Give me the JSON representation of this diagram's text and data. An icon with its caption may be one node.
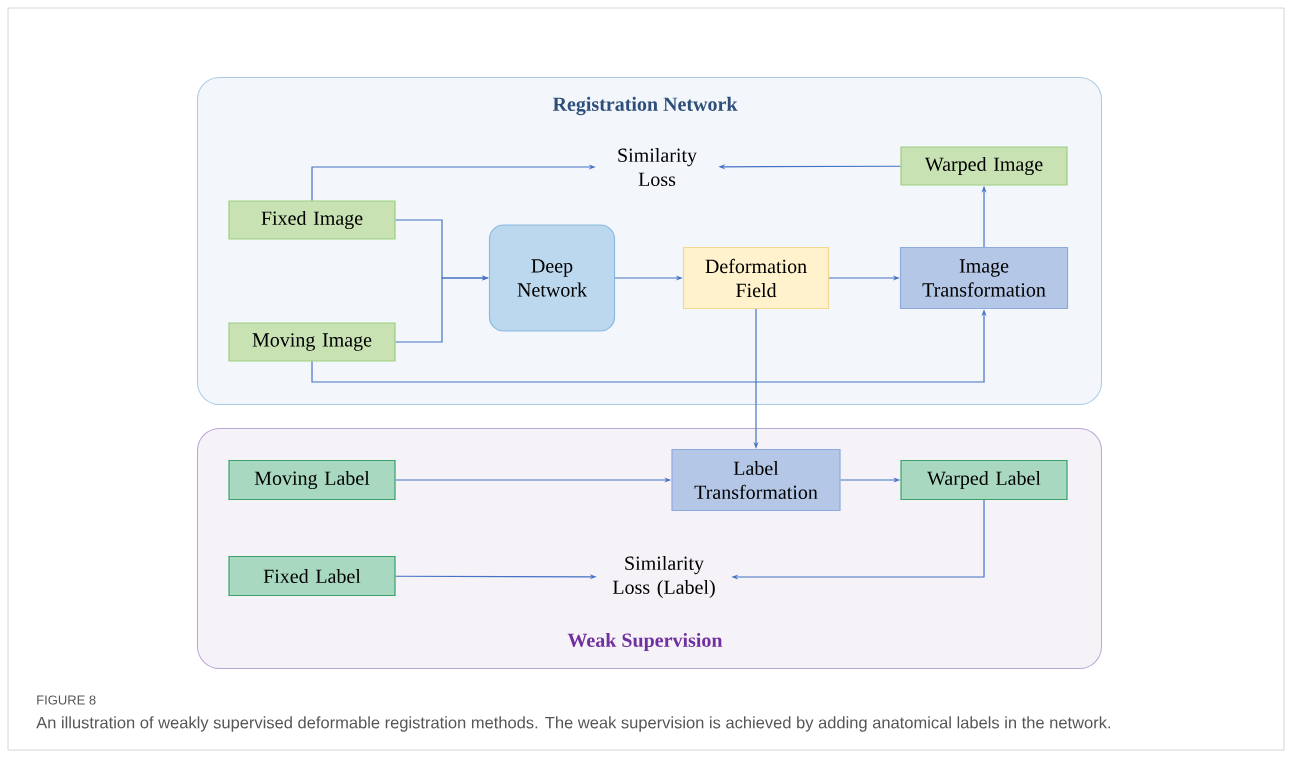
{
  "diagram": {
    "caption": "An illustration of weakly supervised deformable registration methods. The weak supervision is achieved by adding anatomical labels in the network.",
    "nodes": [
      {
        "text": [
          "Registration Network"
        ]
      },
      {
        "text": [
          "Similarity Loss"
        ],
        "in": 0
      },
      {
        "text": [
          "Warped Image"
        ],
        "in": 0
      },
      {
        "text": [
          "Fixed Image"
        ],
        "in": 0
      },
      {
        "text": [
          "Deep Network"
        ],
        "in": 0
      },
      {
        "text": [
          "Deformation Field"
        ],
        "in": 0
      },
      {
        "text": [
          "Image Transformation"
        ],
        "in": 0
      },
      {
        "text": [
          "Moving Image"
        ],
        "in": 0
      },
      {
        "text": [
          "Weak Supervision"
        ]
      },
      {
        "text": [
          "Moving Label"
        ],
        "in": 8
      },
      {
        "text": [
          "Label Transformation"
        ],
        "in": 8
      },
      {
        "text": [
          "Warped Label"
        ],
        "in": 8
      },
      {
        "text": [
          "Fixed Label"
        ],
        "in": 8
      },
      {
        "text": [
          "Similarity Loss (Label)"
        ],
        "in": 8
      }
    ],
    "edges": [
      {
        "from": 3,
        "to": 1,
        "arrow": "to"
      },
      {
        "from": 2,
        "to": 1,
        "arrow": "to"
      },
      {
        "from": 3,
        "to": 4,
        "arrow": "to"
      },
      {
        "from": 7,
        "to": 4,
        "arrow": "to"
      },
      {
        "from": 4,
        "to": 5,
        "arrow": "to"
      },
      {
        "from": 5,
        "to": 6,
        "arrow": "to"
      },
      {
        "from": 6,
        "to": 2,
        "arrow": "to"
      },
      {
        "from": 7,
        "to": 6,
        "arrow": "to"
      },
      {
        "from": 5,
        "to": 10,
        "arrow": "to"
      },
      {
        "from": 9,
        "to": 10,
        "arrow": "to"
      },
      {
        "from": 10,
        "to": 11,
        "arrow": "to"
      },
      {
        "from": 12,
        "to": 13,
        "arrow": "to"
      },
      {
        "from": 11,
        "to": 13,
        "arrow": "to"
      }
    ],
    "labels": [
      "FIGURE 8"
    ]
  }
}
